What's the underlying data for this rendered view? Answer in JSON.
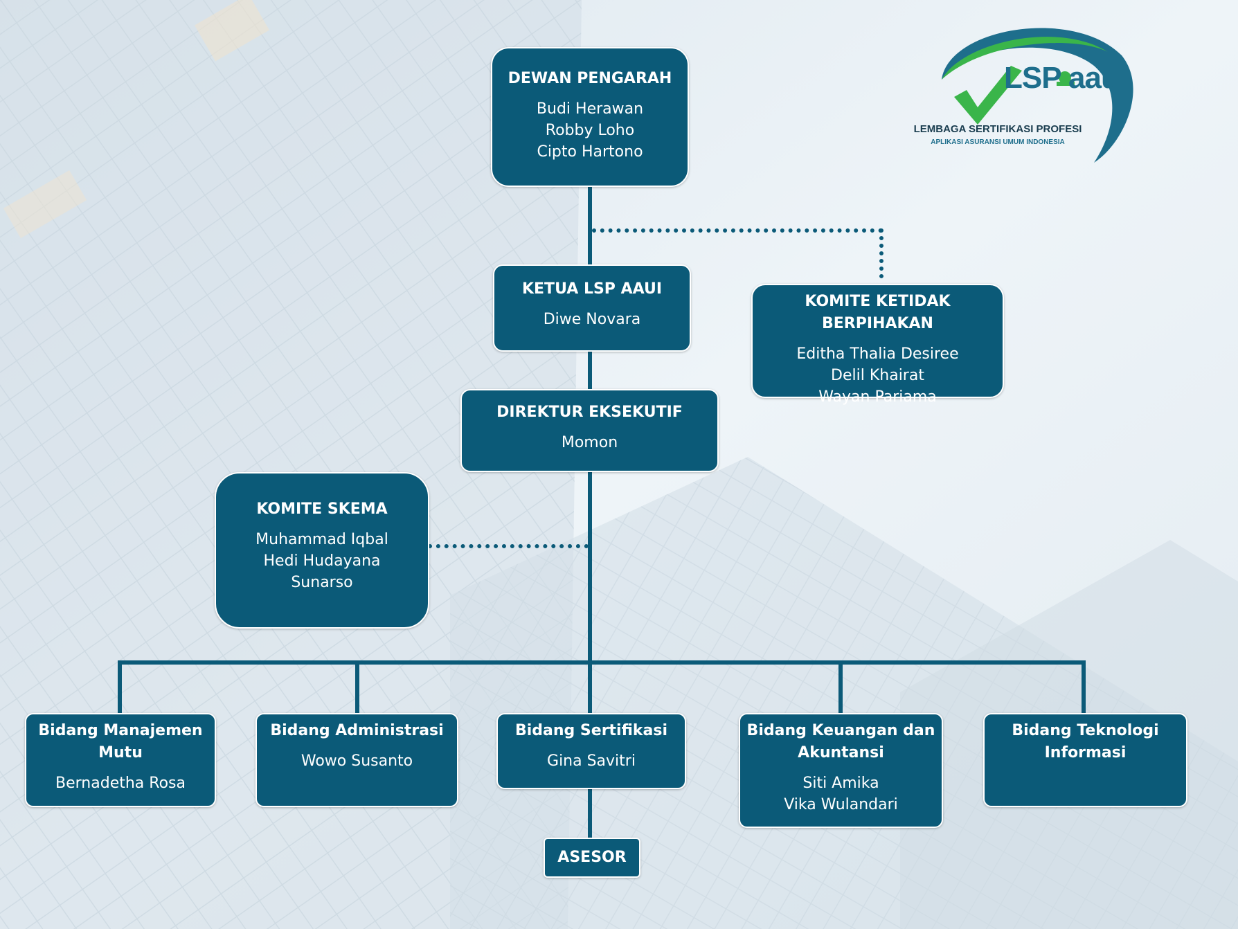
{
  "logo": {
    "mark": "LSP aaui",
    "line1": "LEMBAGA SERTIFIKASI PROFESI",
    "line2": "APLIKASI ASURANSI UMUM INDONESIA"
  },
  "nodes": {
    "dewan": {
      "title": "DEWAN PENGARAH",
      "names": [
        "Budi Herawan",
        "Robby Loho",
        "Cipto Hartono"
      ]
    },
    "ketua": {
      "title": "KETUA LSP AAUI",
      "names": [
        "Diwe Novara"
      ]
    },
    "komite_ketidak": {
      "title": "KOMITE KETIDAK BERPIHAKAN",
      "names": [
        "Editha Thalia Desiree",
        "Delil Khairat",
        "Wayan Pariama"
      ]
    },
    "direktur": {
      "title": "DIREKTUR EKSEKUTIF",
      "names": [
        "Momon"
      ]
    },
    "komite_skema": {
      "title": "KOMITE SKEMA",
      "names": [
        "Muhammad Iqbal",
        "Hedi Hudayana",
        "Sunarso"
      ]
    },
    "mutu": {
      "title_lines": [
        "Bidang Manajemen",
        "Mutu"
      ],
      "names": [
        "Bernadetha Rosa"
      ]
    },
    "administrasi": {
      "title_lines": [
        "Bidang Administrasi"
      ],
      "names": [
        "Wowo Susanto"
      ]
    },
    "sertifikasi": {
      "title_lines": [
        "Bidang Sertifikasi"
      ],
      "names": [
        "Gina Savitri"
      ]
    },
    "keuangan": {
      "title_lines": [
        "Bidang Keuangan dan",
        "Akuntansi"
      ],
      "names": [
        "Siti Amika",
        "Vika Wulandari"
      ]
    },
    "teknologi": {
      "title_lines": [
        "Bidang Teknologi",
        "Informasi"
      ],
      "names": []
    },
    "asesor": {
      "title": "ASESOR"
    }
  }
}
